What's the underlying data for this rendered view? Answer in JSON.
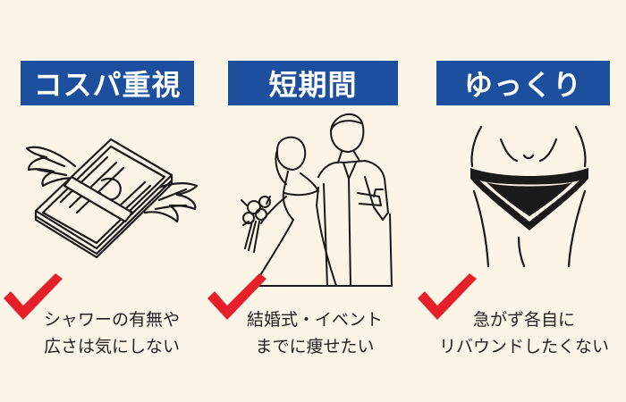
{
  "columns": [
    {
      "title": "コスパ重視",
      "illustration_icon": "flying-money-icon",
      "caption_lines": [
        "シャワーの有無や",
        "広さは気にしない"
      ]
    },
    {
      "title": "短期間",
      "illustration_icon": "wedding-couple-icon",
      "caption_lines": [
        "結婚式・イベント",
        "までに痩せたい"
      ]
    },
    {
      "title": "ゆっくり",
      "illustration_icon": "waist-underwear-icon",
      "caption_lines": [
        "急がず各自に",
        "リバウンドしたくない"
      ]
    }
  ],
  "colors": {
    "background": "#fdf4e8",
    "banner": "#1c4f9e",
    "banner_text": "#ffffff",
    "check": "#e5202a",
    "line_art": "#1a1a1a"
  }
}
